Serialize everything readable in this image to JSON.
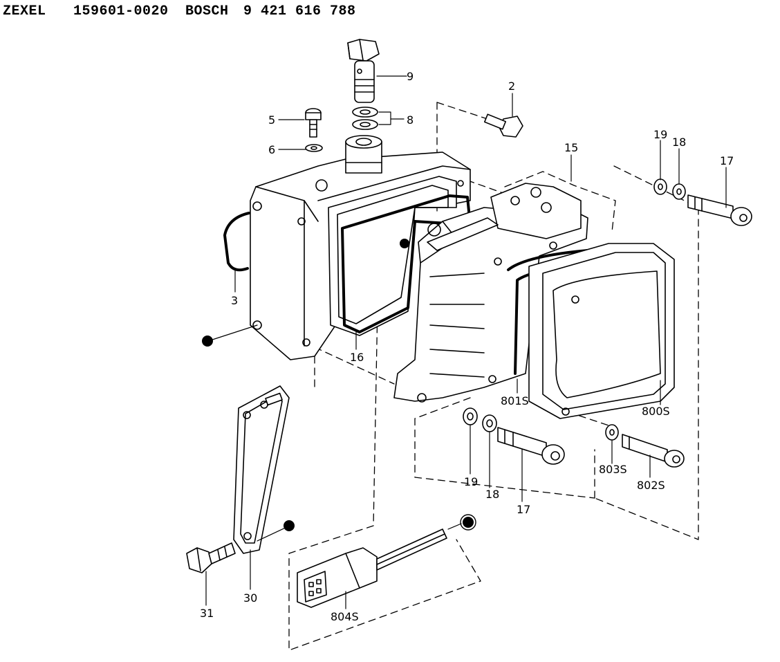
{
  "header": {
    "maker": "ZEXEL",
    "part_no": "159601-0020",
    "brand": "BOSCH",
    "brand_no": "9 421 616 788"
  },
  "callouts": [
    "9",
    "8",
    "5",
    "6",
    "2",
    "15",
    "19",
    "18",
    "17",
    "3",
    "16",
    "801S",
    "800S",
    "19",
    "18",
    "17",
    "803S",
    "802S",
    "31",
    "30",
    "804S"
  ]
}
